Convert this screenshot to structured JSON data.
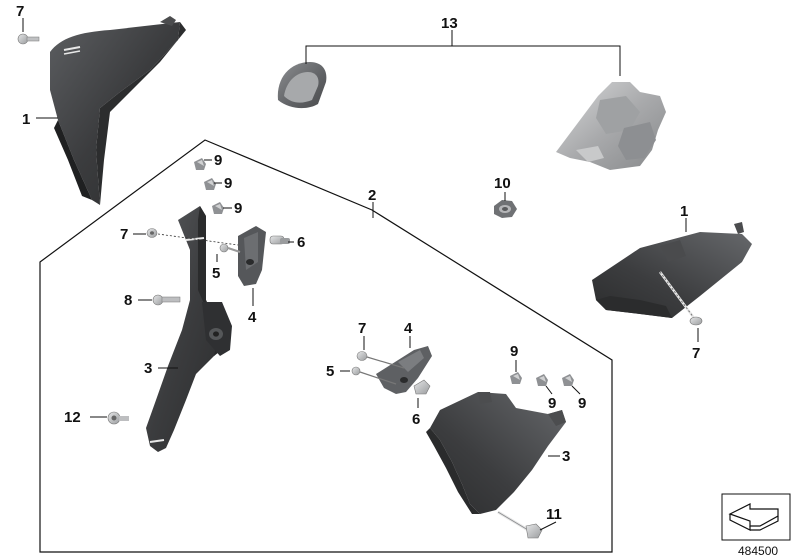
{
  "diagram": {
    "id": "484500",
    "callouts": {
      "c7_top_left": "7",
      "c1_left": "1",
      "c13": "13",
      "c10": "10",
      "c2": "2",
      "c9_a": "9",
      "c9_b": "9",
      "c9_c": "9",
      "c7_mid": "7",
      "c5_left": "5",
      "c6_left": "6",
      "c4_left": "4",
      "c8": "8",
      "c3_left": "3",
      "c12": "12",
      "c1_right": "1",
      "c7_right": "7",
      "c7_center": "7",
      "c4_center": "4",
      "c5_center": "5",
      "c6_center": "6",
      "c9_d": "9",
      "c9_e": "9",
      "c9_f": "9",
      "c3_right": "3",
      "c11": "11"
    }
  },
  "colors": {
    "part_dark": "#3a3b3d",
    "part_mid": "#55575a",
    "part_light": "#7b7d80",
    "part_silver": "#b9babc",
    "hardware": "#c9cacb",
    "line": "#111111"
  },
  "icons": {
    "arrow_symbol": "isometric-arrow-icon"
  }
}
